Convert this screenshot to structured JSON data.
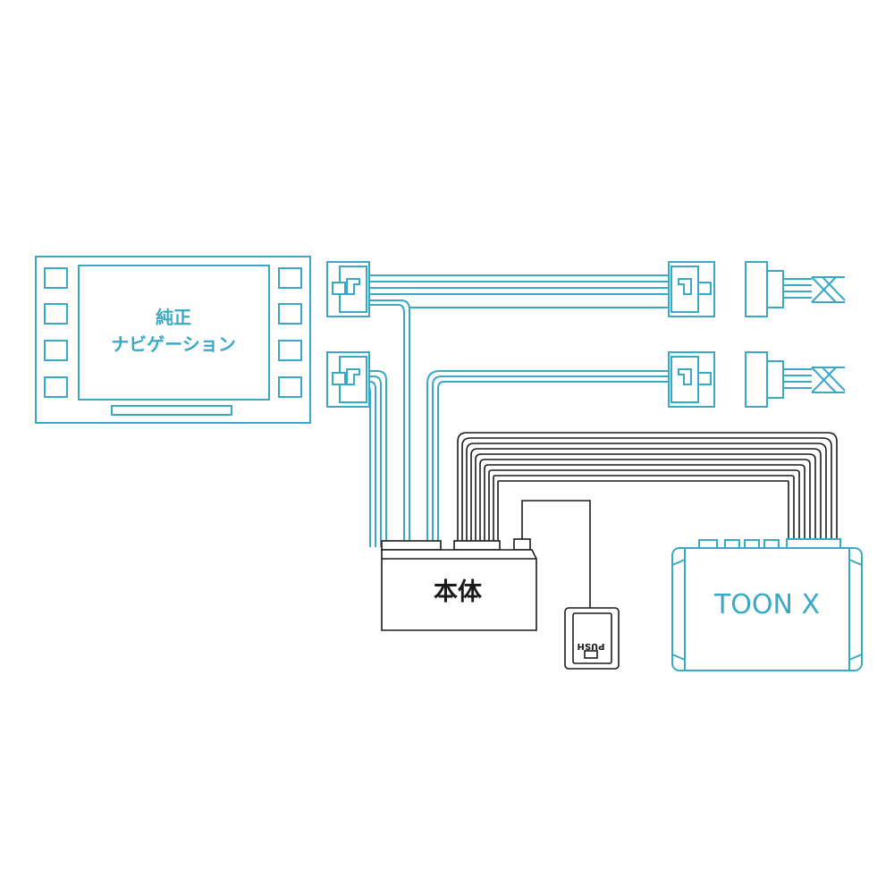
{
  "labels": {
    "navi_line1": "純正",
    "navi_line2": "ナビゲーション",
    "main_unit": "本体",
    "push_switch": "PUSH",
    "toon_x": "TOON X"
  },
  "colors": {
    "cyan": "#3aa9c6",
    "black": "#1a1a1a",
    "white": "#ffffff"
  }
}
